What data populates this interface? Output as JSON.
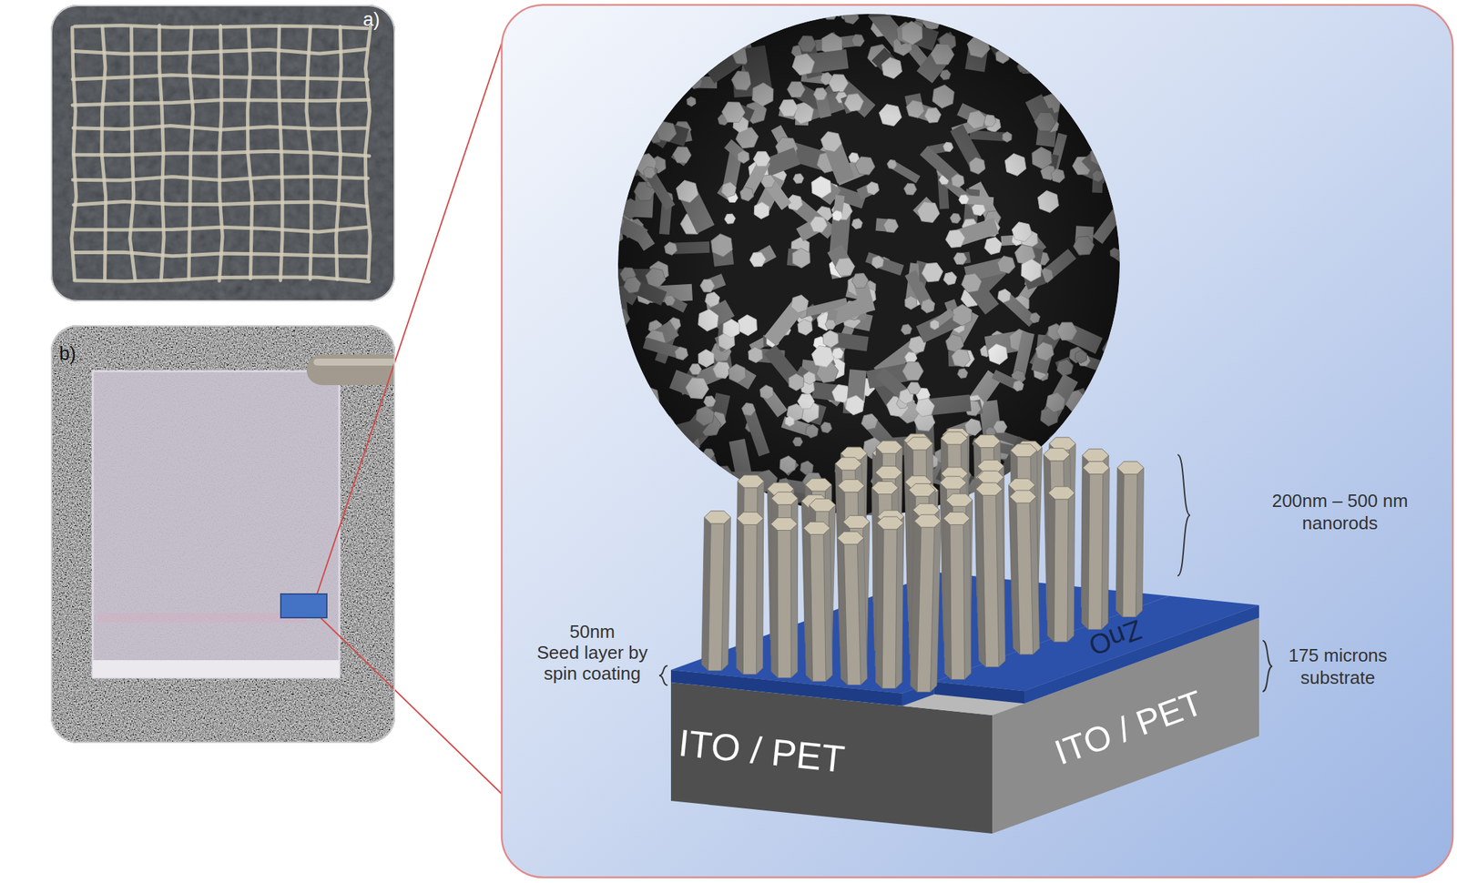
{
  "diagram": {
    "nodes": [
      {
        "text": [
          "a)"
        ]
      },
      {
        "text": [
          "b)"
        ]
      }
    ],
    "labels": [
      "200nm – 500 nm nanorods",
      "50nm",
      "Seed layer by spin coating",
      "175 microns substrate",
      "ITO / PET",
      "ITO / PET",
      "ZnO"
    ]
  }
}
